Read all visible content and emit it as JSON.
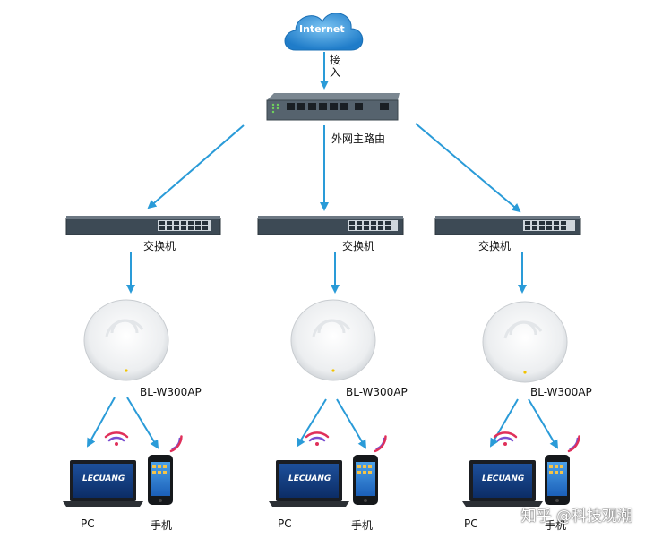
{
  "diagram": {
    "cloud_label": "Internet",
    "uplink_label": "接入",
    "router_label": "外网主路由",
    "switches": [
      {
        "label": "交换机"
      },
      {
        "label": "交换机"
      },
      {
        "label": "交换机"
      }
    ],
    "access_points": [
      {
        "model": "BL-W300AP"
      },
      {
        "model": "BL-W300AP"
      },
      {
        "model": "BL-W300AP"
      }
    ],
    "clients": [
      {
        "pc_label": "PC",
        "phone_label": "手机",
        "laptop_brand": "LECUANG"
      },
      {
        "pc_label": "PC",
        "phone_label": "手机",
        "laptop_brand": "LECUANG"
      },
      {
        "pc_label": "PC",
        "phone_label": "手机",
        "laptop_brand": "LECUANG"
      }
    ],
    "watermark": "知乎 @科技观潮"
  },
  "colors": {
    "arrow": "#2a9bd8",
    "cloud": "#2e8fd6",
    "device_dark": "#3d4a55",
    "wifi_red": "#e0305a",
    "wifi_purple": "#7a4fd1"
  }
}
